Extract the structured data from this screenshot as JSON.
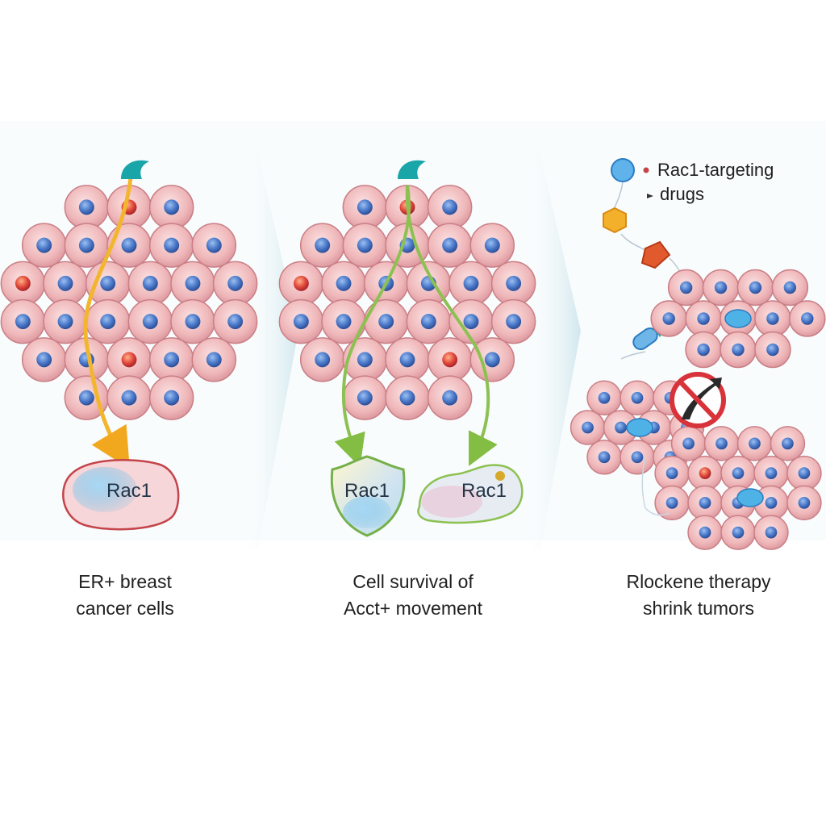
{
  "panels": [
    {
      "id": "er-positive",
      "rac_labels": [
        "Rac1"
      ],
      "caption_lines": [
        "ER+ breast",
        "cancer cells"
      ]
    },
    {
      "id": "survival-movement",
      "rac_labels": [
        "Rac1",
        "Rac1"
      ],
      "caption_lines": [
        "Cell survival of",
        "Acct+ movement"
      ]
    },
    {
      "id": "therapy",
      "legend_lines": [
        "Rac1-targeting",
        "drugs"
      ],
      "caption_lines": [
        "Rlockene therapy",
        "shrink tumors"
      ]
    }
  ],
  "colors": {
    "cell_fill": "#efb7b9",
    "cell_edge": "#c97f86",
    "nucleus": "#4a78c8",
    "yellow_arrow": "#f2b62e",
    "green_arrow": "#8cc152",
    "teal_head": "#1aa6a8",
    "stop_sign": "#d8323a"
  },
  "icons": [
    "receptor-head-icon",
    "drug-sphere-icon",
    "drug-hexagon-icon",
    "drug-cube-icon",
    "drug-capsule-icon",
    "no-entry-icon"
  ]
}
